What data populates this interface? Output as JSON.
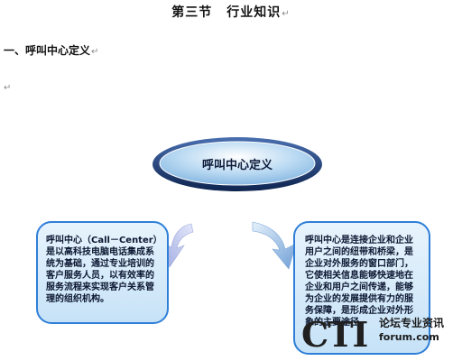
{
  "document": {
    "title_left": "第三节",
    "title_right": "行业知识",
    "para_mark": "↵",
    "section_heading": "一、呼叫中心定义"
  },
  "diagram": {
    "center_label": "呼叫中心定义",
    "left_box_text": "呼叫中心（Call－Center）是以高科技电脑电话集成系统为基础，通过专业培训的客户服务人员，以有效率的服务流程来实现客户关系管理的组织机构。",
    "right_box_text": "呼叫中心是连接企业和企业用户之间的纽带和桥梁，是企业对外服务的窗口部门，它使相关信息能够快速地在企业和用户之间传递，能够为企业的发展提供有力的服务保障，是形成企业对外形象的主要途径。",
    "colors": {
      "box_fill": "#d6ecfb",
      "box_border": "#2f7fd8",
      "ellipse_fill": "#b9d9f2",
      "ellipse_ring": "#1c3f7a",
      "arrow": "#a9b4e6"
    }
  },
  "watermark": {
    "logo": "CTI",
    "cn": "论坛专业资讯",
    "url": "forum.com"
  }
}
